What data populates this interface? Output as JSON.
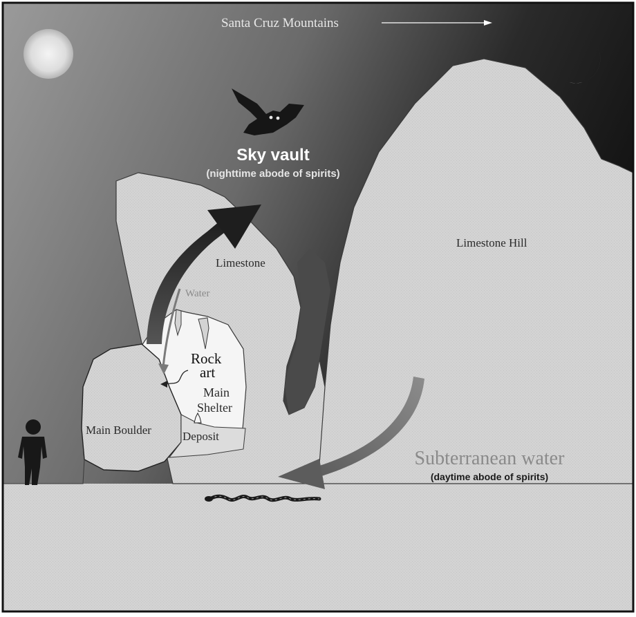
{
  "labels": {
    "mountains": "Santa Cruz Mountains",
    "sky_vault_title": "Sky vault",
    "sky_vault_sub": "(nighttime abode of spirits)",
    "limestone": "Limestone",
    "limestone_hill": "Limestone Hill",
    "water": "Water",
    "rock": "Rock",
    "art": "art",
    "main": "Main",
    "shelter": "Shelter",
    "main_boulder": "Main Boulder",
    "deposit": "Deposit",
    "subterranean_title": "Subterranean water",
    "subterranean_sub": "(daytime abode of spirits)"
  },
  "icons": {
    "sun": "sun-icon",
    "moon": "crescent-moon-icon",
    "owl": "owl-icon",
    "person": "person-silhouette-icon",
    "snake": "snake-icon"
  },
  "colors": {
    "sky_dark": "#1c1c1c",
    "sky_light": "#8a8a8a",
    "rock_fill": "#d6d6d6",
    "ground": "#d2d2d2",
    "shelter_fill": "#f4f4f4",
    "upward_arrow": "#2a2a2a",
    "downward_arrow": "#6e6e6e"
  }
}
